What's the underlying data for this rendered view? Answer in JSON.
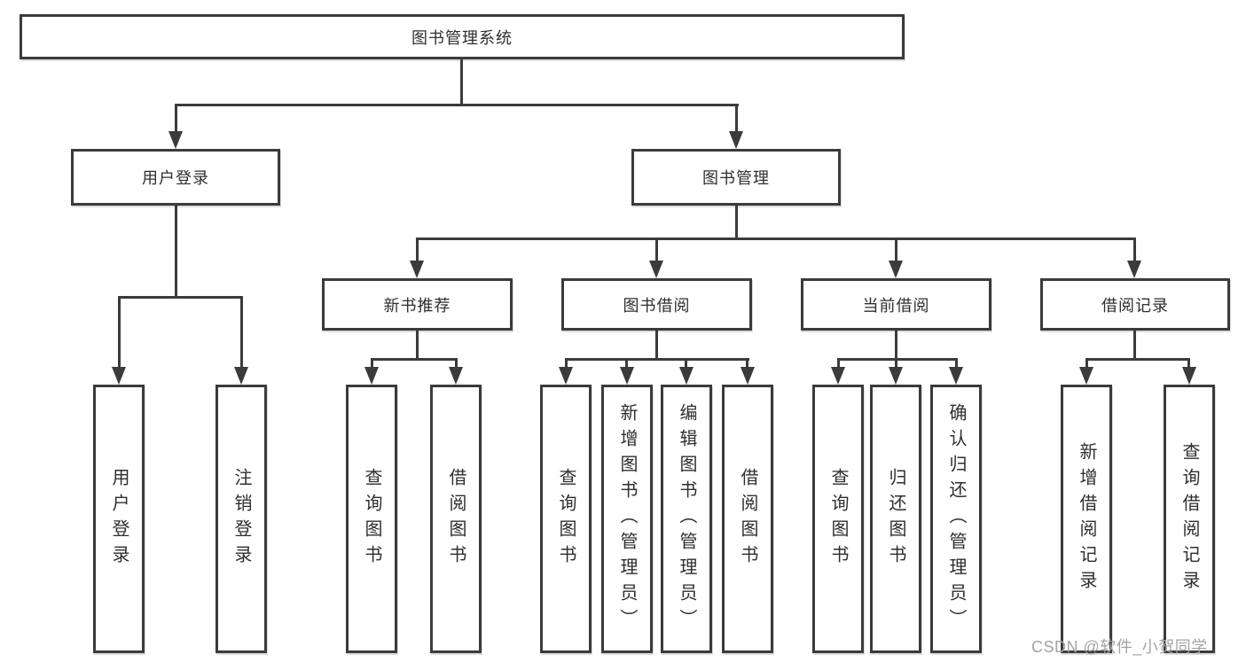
{
  "diagram": {
    "type": "hierarchy-tree",
    "title": "图书管理系统",
    "watermark": "CSDN @软件_小贺同学",
    "colors": {
      "line": "#3b3b3b",
      "text": "#2e2e2e",
      "background": "#ffffff",
      "watermark": "#a3a3a3"
    },
    "root": {
      "label": "图书管理系统"
    },
    "branches": [
      {
        "label": "用户登录",
        "children": [
          {
            "label": "用户登录"
          },
          {
            "label": "注销登录"
          }
        ]
      },
      {
        "label": "图书管理",
        "children": [
          {
            "label": "新书推荐",
            "children": [
              {
                "label": "查询图书"
              },
              {
                "label": "借阅图书"
              }
            ]
          },
          {
            "label": "图书借阅",
            "children": [
              {
                "label": "查询图书"
              },
              {
                "label": "新增图书（管理员）"
              },
              {
                "label": "编辑图书（管理员）"
              },
              {
                "label": "借阅图书"
              }
            ]
          },
          {
            "label": "当前借阅",
            "children": [
              {
                "label": "查询图书"
              },
              {
                "label": "归还图书"
              },
              {
                "label": "确认归还（管理员）"
              }
            ]
          },
          {
            "label": "借阅记录",
            "children": [
              {
                "label": "新增借阅记录"
              },
              {
                "label": "查询借阅记录"
              }
            ]
          }
        ]
      }
    ]
  }
}
